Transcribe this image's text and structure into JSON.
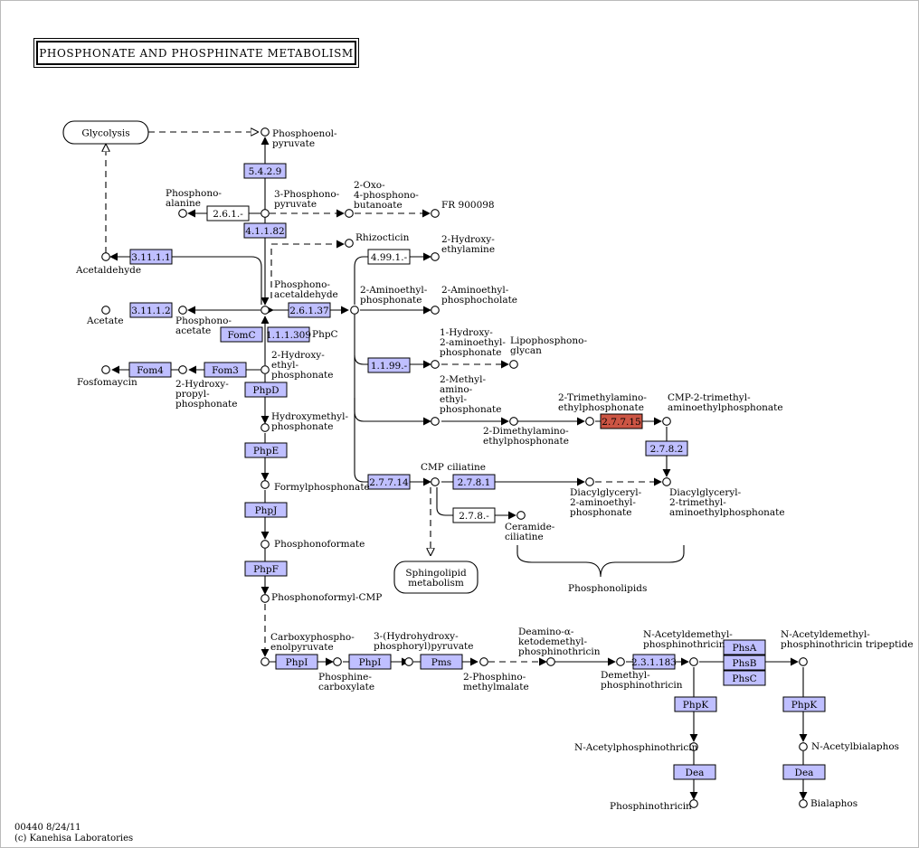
{
  "diagram": {
    "title": "PHOSPHONATE AND PHOSPHINATE METABOLISM",
    "footer_line1": "00440 8/24/11",
    "footer_line2": "(c) Kanehisa Laboratories",
    "colors": {
      "enzyme_fill": "#bfbfff",
      "highlight_fill": "#cc5544",
      "plain_fill": "#ffffff",
      "line": "#000000"
    }
  },
  "nodes": [
    {
      "id": "glycolysis",
      "label": "Glycolysis"
    },
    {
      "id": "sphingolipid",
      "label": "Sphingolipid\nmetabolism"
    }
  ],
  "enzymes": [
    {
      "id": "e5429",
      "label": "5.4.2.9",
      "kind": "enzyme"
    },
    {
      "id": "e261",
      "label": "2.6.1.-",
      "kind": "plain"
    },
    {
      "id": "e41182",
      "label": "4.1.1.82",
      "kind": "enzyme"
    },
    {
      "id": "e31111",
      "label": "3.11.1.1",
      "kind": "enzyme"
    },
    {
      "id": "e4991",
      "label": "4.99.1.-",
      "kind": "plain"
    },
    {
      "id": "e31112",
      "label": "3.11.1.2",
      "kind": "enzyme"
    },
    {
      "id": "e26137",
      "label": "2.6.1.37",
      "kind": "enzyme"
    },
    {
      "id": "fomc",
      "label": "FomC",
      "kind": "enzyme"
    },
    {
      "id": "e111309",
      "label": "1.1.1.309",
      "kind": "enzyme"
    },
    {
      "id": "fom4",
      "label": "Fom4",
      "kind": "enzyme"
    },
    {
      "id": "fom3",
      "label": "Fom3",
      "kind": "enzyme"
    },
    {
      "id": "e1199",
      "label": "1.1.99.-",
      "kind": "enzyme"
    },
    {
      "id": "phpd",
      "label": "PhpD",
      "kind": "enzyme"
    },
    {
      "id": "e27715",
      "label": "2.7.7.15",
      "kind": "highlight"
    },
    {
      "id": "e2782",
      "label": "2.7.8.2",
      "kind": "enzyme"
    },
    {
      "id": "phpe",
      "label": "PhpE",
      "kind": "enzyme"
    },
    {
      "id": "e27714",
      "label": "2.7.7.14",
      "kind": "enzyme"
    },
    {
      "id": "e2781",
      "label": "2.7.8.1",
      "kind": "enzyme"
    },
    {
      "id": "phpj",
      "label": "PhpJ",
      "kind": "enzyme"
    },
    {
      "id": "e278",
      "label": "2.7.8.-",
      "kind": "plain"
    },
    {
      "id": "phpf",
      "label": "PhpF",
      "kind": "enzyme"
    },
    {
      "id": "phpi",
      "label": "PhpI",
      "kind": "enzyme"
    },
    {
      "id": "phpi2",
      "label": "PhpI",
      "kind": "enzyme"
    },
    {
      "id": "pms",
      "label": "Pms",
      "kind": "enzyme"
    },
    {
      "id": "e231183",
      "label": "2.3.1.183",
      "kind": "enzyme"
    },
    {
      "id": "phsa",
      "label": "PhsA",
      "kind": "enzyme"
    },
    {
      "id": "phsb",
      "label": "PhsB",
      "kind": "enzyme"
    },
    {
      "id": "phsc",
      "label": "PhsC",
      "kind": "enzyme"
    },
    {
      "id": "phpk1",
      "label": "PhpK",
      "kind": "enzyme"
    },
    {
      "id": "phpk2",
      "label": "PhpK",
      "kind": "enzyme"
    },
    {
      "id": "dea1",
      "label": "Dea",
      "kind": "enzyme"
    },
    {
      "id": "dea2",
      "label": "Dea",
      "kind": "enzyme"
    }
  ],
  "labels": [
    {
      "id": "c_pep",
      "text": "Phosphoenol-\npyruvate"
    },
    {
      "id": "c_palanine",
      "text": "Phosphono-\nalanine"
    },
    {
      "id": "c_3pp",
      "text": "3-Phosphono-\npyruvate"
    },
    {
      "id": "c_oxo",
      "text": "2-Oxo-\n4-phosphono-\nbutanoate"
    },
    {
      "id": "c_fr",
      "text": "FR 900098"
    },
    {
      "id": "c_rhizo",
      "text": "Rhizocticin"
    },
    {
      "id": "c_hea",
      "text": "2-Hydroxy-\nethylamine"
    },
    {
      "id": "c_acetald",
      "text": "Acetaldehyde"
    },
    {
      "id": "c_ppacetald",
      "text": "Phosphono-\nacetaldehyde"
    },
    {
      "id": "c_aep",
      "text": "2-Aminoethyl-\nphosphonate"
    },
    {
      "id": "c_aepc",
      "text": "2-Aminoethyl-\nphosphocholate"
    },
    {
      "id": "c_acetate",
      "text": "Acetate"
    },
    {
      "id": "c_ppacetate",
      "text": "Phosphono-\nacetate"
    },
    {
      "id": "c_phpc",
      "text": "PhpC"
    },
    {
      "id": "c_haep",
      "text": "1-Hydroxy-\n2-aminoethyl-\nphosphonate"
    },
    {
      "id": "c_lpg",
      "text": "Lipophosphono-\nglycan"
    },
    {
      "id": "c_fosfo",
      "text": "Fosfomaycin"
    },
    {
      "id": "c_hpp",
      "text": "2-Hydroxy-\npropyl-\nphosphonate"
    },
    {
      "id": "c_hep",
      "text": "2-Hydroxy-\nethyl-\nphosphonate"
    },
    {
      "id": "c_maep",
      "text": "2-Methyl-\namino-\nethyl-\nphosphonate"
    },
    {
      "id": "c_tmaep",
      "text": "2-Trimethylamino-\nethylphosphonate"
    },
    {
      "id": "c_cmp_tmaep",
      "text": "CMP-2-trimethyl-\naminoethylphosphonate"
    },
    {
      "id": "c_hmp",
      "text": "Hydroxymethyl-\nphosphonate"
    },
    {
      "id": "c_dmaep",
      "text": "2-Dimethylamino-\nethylphosphonate"
    },
    {
      "id": "c_cmpcil",
      "text": "CMP ciliatine"
    },
    {
      "id": "c_fp",
      "text": "Formylphosphonate"
    },
    {
      "id": "c_dag_aep",
      "text": "Diacylglyceryl-\n2-aminoethyl-\nphosphonate"
    },
    {
      "id": "c_dag_tmaep",
      "text": "Diacylglyceryl-\n2-trimethyl-\naminoethylphosphonate"
    },
    {
      "id": "c_cercil",
      "text": "Ceramide-\nciliatine"
    },
    {
      "id": "c_pf",
      "text": "Phosphonoformate"
    },
    {
      "id": "c_plipids",
      "text": "Phosphonolipids"
    },
    {
      "id": "c_pfcmp",
      "text": "Phosphonoformyl-CMP"
    },
    {
      "id": "c_cppep",
      "text": "Carboxyphospho-\nenolpyruvate"
    },
    {
      "id": "c_hpp2",
      "text": "3-(Hydrohydroxy-\nphosphoryl)pyruvate"
    },
    {
      "id": "c_deamino",
      "text": "Deamino-α-\nketodemethyl-\nphosphinothricin"
    },
    {
      "id": "c_nadpt",
      "text": "N-Acetyldemethyl-\nphosphinothricin"
    },
    {
      "id": "c_nadpt_tri",
      "text": "N-Acetyldemethyl-\nphosphinothricin tripeptide"
    },
    {
      "id": "c_pcarb",
      "text": "Phosphine-\ncarboxylate"
    },
    {
      "id": "c_pmm",
      "text": "2-Phosphino-\nmethylmalate"
    },
    {
      "id": "c_dmpt",
      "text": "Demethyl-\nphosphinothricin"
    },
    {
      "id": "c_napt",
      "text": "N-Acetylphosphinothricin"
    },
    {
      "id": "c_nab",
      "text": "N-Acetylbialaphos"
    },
    {
      "id": "c_pt",
      "text": "Phosphinothricin"
    },
    {
      "id": "c_bial",
      "text": "Bialaphos"
    }
  ]
}
